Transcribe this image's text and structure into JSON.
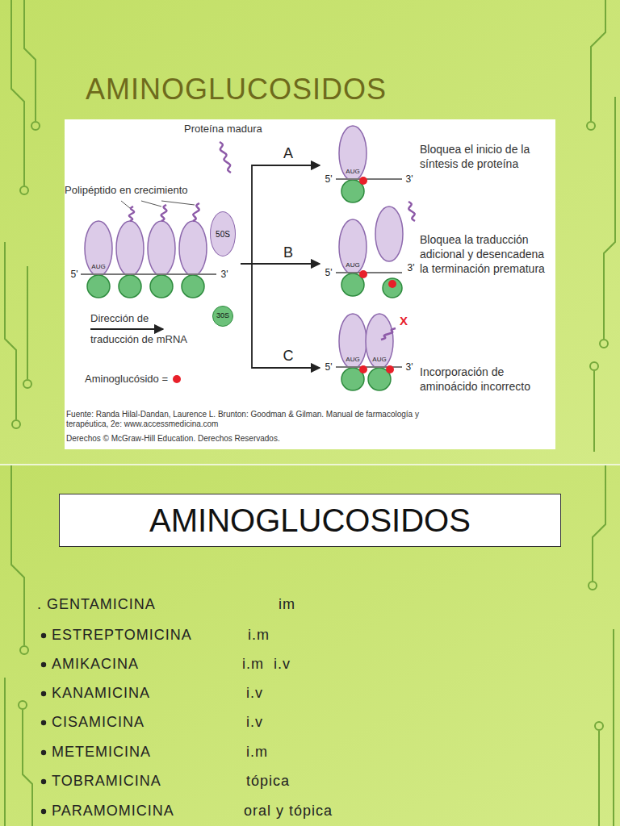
{
  "diagram": {
    "title": "AMINOGLUCOSIDOS",
    "nodes": [
      {
        "text": [
          "50S"
        ]
      },
      {
        "text": [
          "30S"
        ]
      },
      {
        "text": [
          "AMINOGLUCOSIDOS"
        ]
      }
    ],
    "labels": [
      "Proteína madura",
      "Polipéptido en crecimiento",
      "AUG",
      "5'",
      "3'",
      "Dirección de traducción de mRNA",
      "A",
      "B",
      "C",
      "5'",
      "AUG",
      "3'",
      "Bloquea el inicio de la síntesis de proteína",
      "5'",
      "AUG",
      "3'",
      "Bloquea la traducción adicional y desencadena la terminación prematura",
      "X",
      "5'",
      "AUG",
      "AUG",
      "3'",
      "Incorporación de aminoácido incorrecto",
      "Fuente: Randa Hilal-Dandan, Laurence L. Brunton: Goodman & Gilman. Manual de farmacología y terapéutica, 2e: www.accessmedicina.com",
      "Derechos © McGraw-Hill Education. Derechos Reservados.",
      ". GENTAMICINA",
      "im",
      "ESTREPTOMICINA",
      "i.m",
      "AMIKACINA",
      "i.m  i.v",
      "KANAMICINA",
      "i.v",
      "CISAMICINA",
      "i.v",
      "METEMICINA",
      "i.m",
      "TOBRAMICINA",
      "tópica",
      "PARAMOMICINA",
      "oral y tópica"
    ],
    "legend": [
      {
        "text": "Aminoglucósido =",
        "color": "#e8202a"
      }
    ]
  }
}
